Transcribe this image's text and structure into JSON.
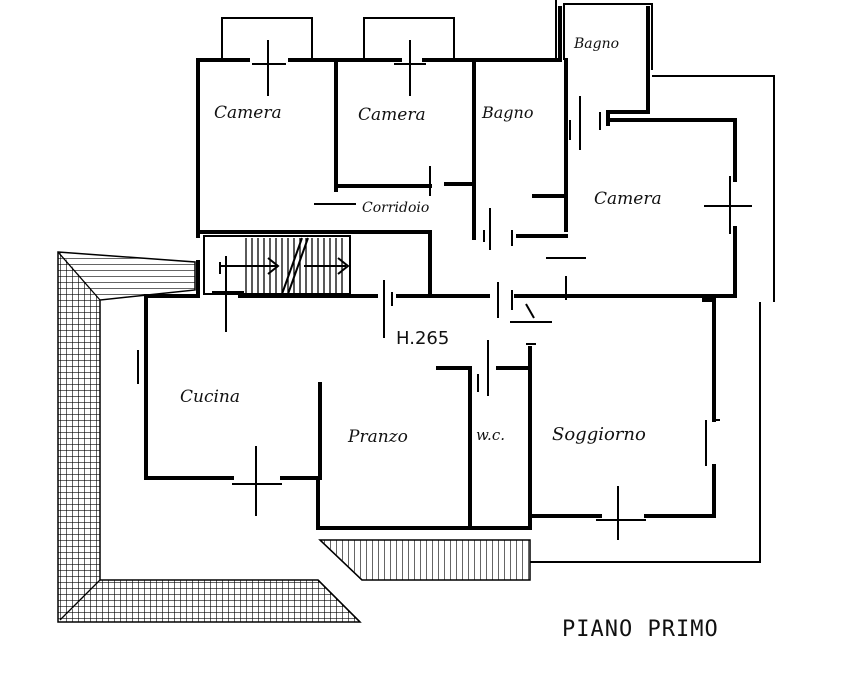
{
  "rooms": {
    "camera_1": "Camera",
    "camera_2": "Camera",
    "bagno_1": "Bagno",
    "bagno_2": "Bagno",
    "camera_3": "Camera",
    "corridoio": "Corridoio",
    "cucina": "Cucina",
    "pranzo": "Pranzo",
    "wc": "w.c.",
    "soggiorno": "Soggiorno"
  },
  "height_label": "H.265",
  "floor_title": "PIANO PRIMO"
}
